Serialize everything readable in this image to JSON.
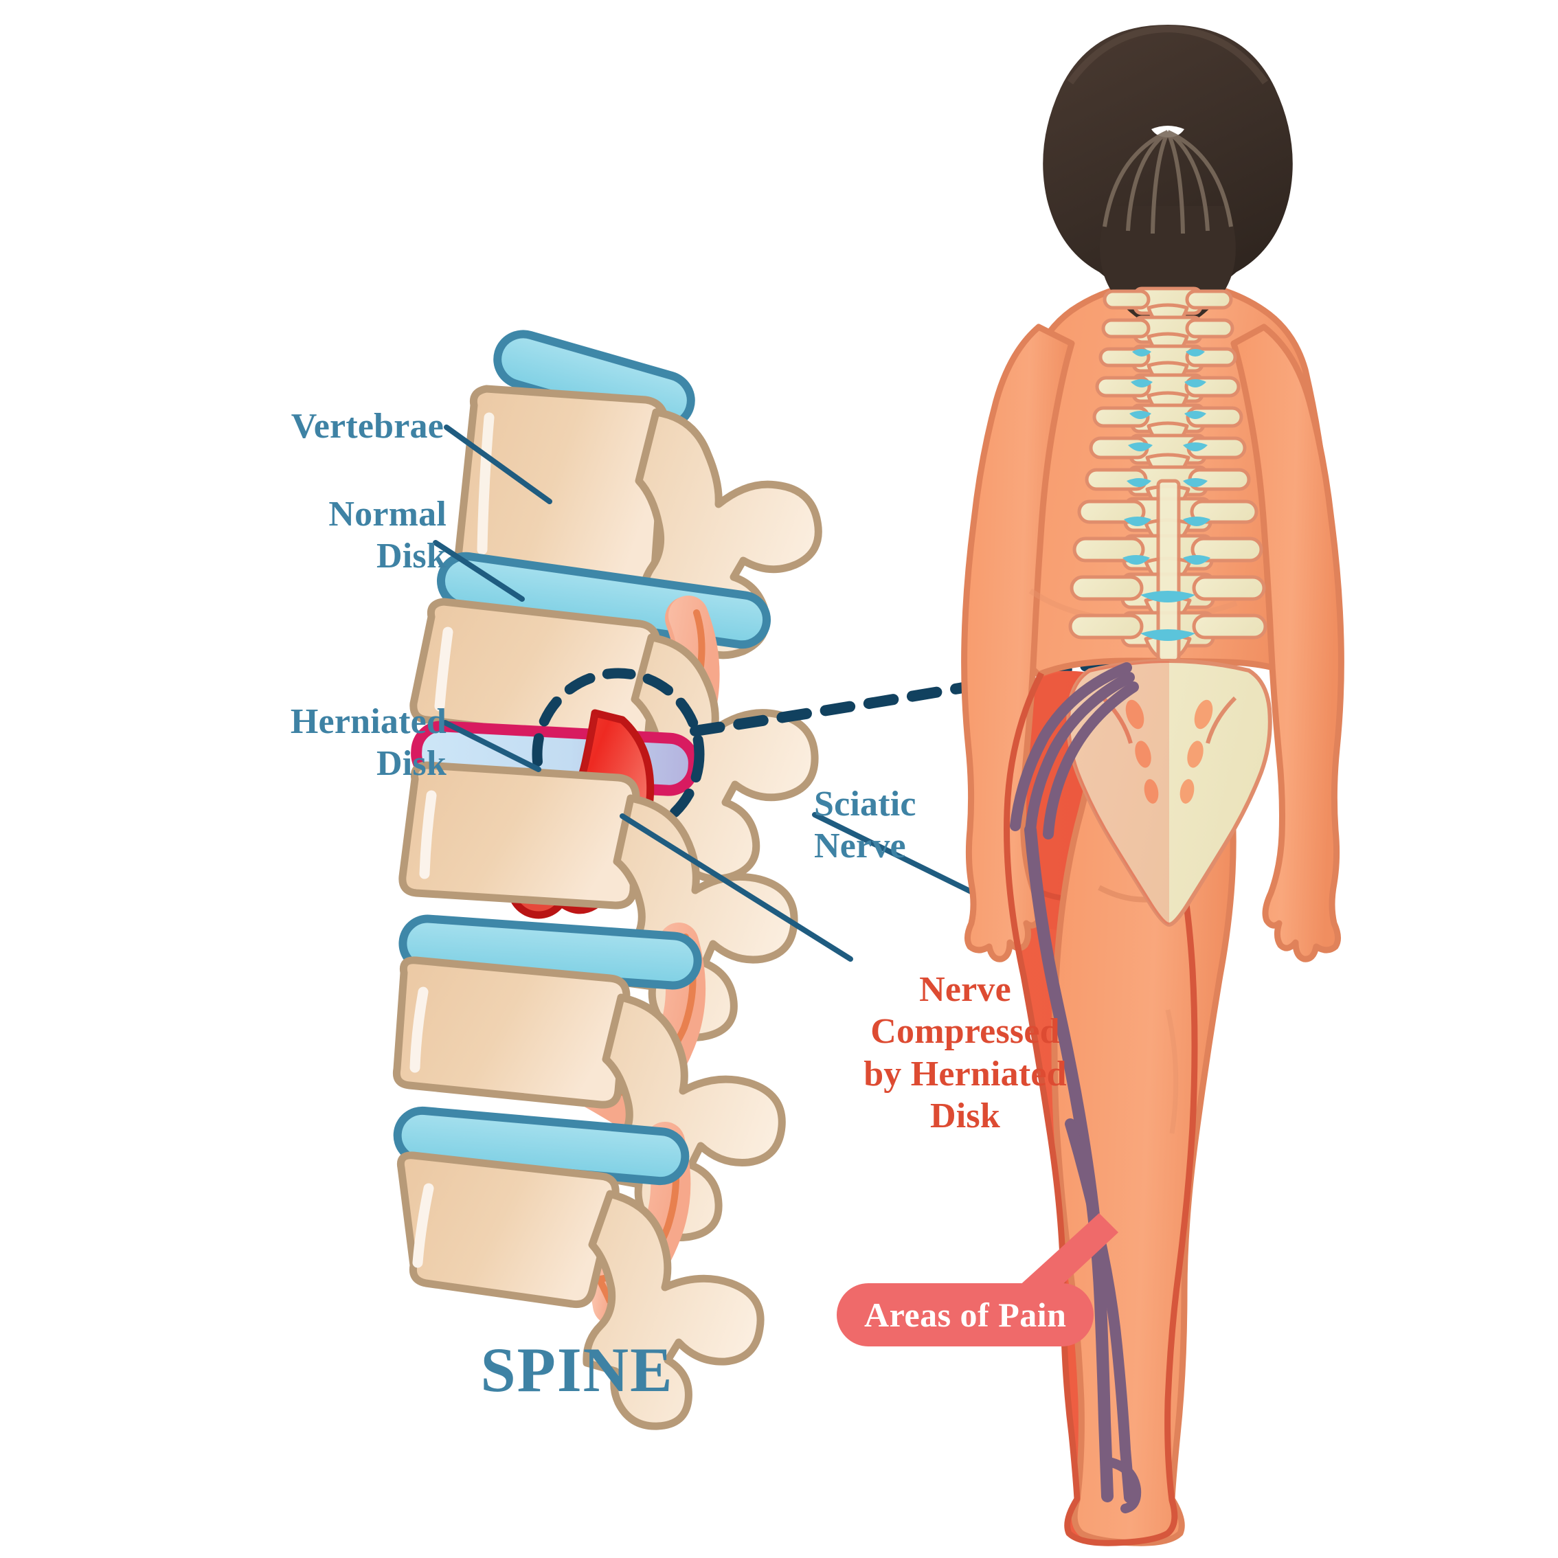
{
  "illustration": {
    "title": "SPINE",
    "subject": "Herniated disk and sciatic nerve compression"
  },
  "labels": {
    "vertebrae": "Vertebrae",
    "normal_disk": "Normal\nDisk",
    "herniated_disk": "Herniated\nDisk",
    "sciatic_nerve": "Sciatic\nNerve",
    "nerve_compressed": "Nerve\nCompressed\nby Herniated\nDisk",
    "areas_of_pain": "Areas of Pain",
    "spine_title": "SPINE"
  },
  "colors": {
    "label_blue": "#3E82A4",
    "label_red": "#DD4B32",
    "leader_line": "#1F5C80",
    "dashed_highlight": "#11415F",
    "vertebra_fill": "#EFD0AE",
    "vertebra_fill_light": "#F7E2CA",
    "vertebra_stroke": "#B79A78",
    "disk_fill": "#95DAEA",
    "disk_stroke": "#3E87A8",
    "herniated_fill_a": "#C9E3F4",
    "herniated_fill_b": "#B9B6DE",
    "herniated_stroke": "#D81B60",
    "nerve_root_fill": "#F8B399",
    "nerve_root_stroke": "#E8804F",
    "compressed_nerve_fill": "#F14333",
    "compressed_nerve_stroke": "#BE1616",
    "skin": "#F79A6B",
    "skin_stroke": "#E0825A",
    "pain_skin": "#EE5D42",
    "bone_cream": "#F0EAC6",
    "bone_cream_stroke": "#E08D6C",
    "hair": "#3C302A",
    "hair_strand": "#7A6A5C",
    "sciatic_purple": "#7A5E7E",
    "badge_pink": "#EF6A6A",
    "disk_accent_blue": "#5BC4DB"
  },
  "figure": {
    "view": "posterior (back) view of standing female figure",
    "pain_side": "left leg (viewer's left) highlighted red",
    "hair_style": "dark brown bun with strands"
  },
  "spine_diagram": {
    "view": "lateral (side) cross-section of lumbar spine",
    "vertebrae_count": 5,
    "normal_disks": 3,
    "herniated_disks": 1,
    "nerve_roots": 3
  },
  "chart_data": {
    "type": "diagram",
    "title": "SPINE",
    "annotations": [
      {
        "label": "Vertebrae",
        "color": "#3E82A4",
        "target": "upper vertebral body"
      },
      {
        "label": "Normal Disk",
        "color": "#3E82A4",
        "target": "intervertebral disk (healthy)"
      },
      {
        "label": "Herniated Disk",
        "color": "#3E82A4",
        "target": "bulging disk with ruptured annulus"
      },
      {
        "label": "Nerve Compressed by Herniated Disk",
        "color": "#DD4B32",
        "target": "compressed spinal nerve root"
      },
      {
        "label": "Sciatic Nerve",
        "color": "#3E82A4",
        "target": "sciatic nerve in leg"
      },
      {
        "label": "Areas of Pain",
        "color": "#FFFFFF",
        "target": "red-shaded left leg and buttock"
      }
    ]
  }
}
